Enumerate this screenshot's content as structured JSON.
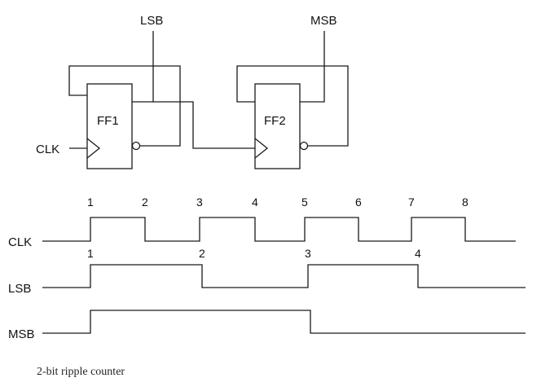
{
  "circuit": {
    "ff1_label": "FF1",
    "ff2_label": "FF2",
    "clk_label": "CLK",
    "lsb_label": "LSB",
    "msb_label": "MSB"
  },
  "timing": {
    "signals": [
      {
        "name": "CLK",
        "levels": [
          0,
          1,
          0,
          1,
          0,
          1,
          0,
          1,
          0
        ]
      },
      {
        "name": "LSB",
        "levels": [
          0,
          1,
          0,
          1,
          0
        ]
      },
      {
        "name": "MSB",
        "levels": [
          0,
          1,
          0
        ]
      }
    ],
    "clk_edge_labels": [
      "1",
      "2",
      "3",
      "4",
      "5",
      "6",
      "7",
      "8"
    ],
    "lsb_edge_labels": [
      "1",
      "2",
      "3",
      "4"
    ]
  },
  "caption": "2-bit ripple counter"
}
